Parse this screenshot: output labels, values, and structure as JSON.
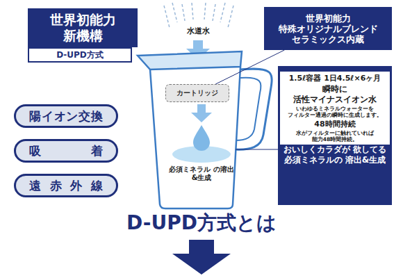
{
  "diagram": {
    "nodes": [
      {
        "text": [
          "世界初能力 新機構"
        ]
      },
      {
        "text": [
          "D-UPD方式"
        ]
      },
      {
        "text": [
          "世界初能力 特殊オリジナルブレンド セラミックス内蔵"
        ]
      },
      {
        "text": [
          "陽イオン交換"
        ]
      },
      {
        "text": [
          "吸着"
        ]
      },
      {
        "text": [
          "遠赤外線"
        ]
      },
      {
        "text": [
          "カートリッジ"
        ]
      },
      {
        "text": [
          "おいしくカラダが 欲してる 必須ミネラルの 溶出&生成",
          "1.5ℓ容器 1日4.5ℓ×6ヶ月",
          "瞬時に 活性マイナスイオン水",
          "いわゆるミネラルウォーターを フィルター通過の瞬時に生成します。",
          "48時間持続",
          "水がフィルターに触れていれば 能力48時間持続。"
        ]
      }
    ],
    "edges": [
      {
        "from": 2,
        "to": 6,
        "arrow": "none"
      }
    ],
    "labels": [
      "水道水",
      "必須ミネラル の溶出&生成",
      "D-UPD方式とは"
    ]
  }
}
